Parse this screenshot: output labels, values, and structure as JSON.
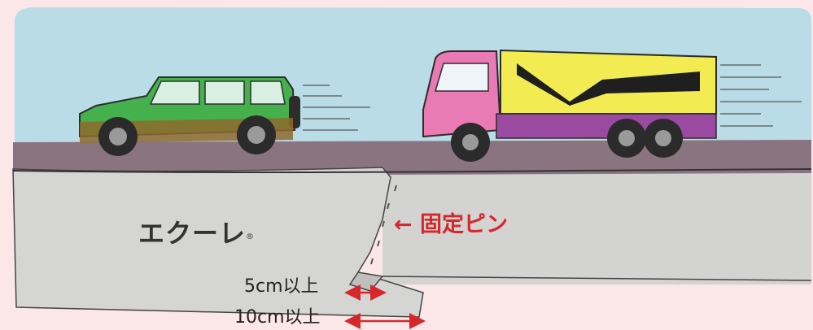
{
  "product": {
    "name": "エクーレ",
    "registered_mark": "®"
  },
  "pin_label": "← 固定ピン",
  "overlap_min": "5cm以上",
  "offset_min": "10cm以上",
  "colors": {
    "background": "#fbe6e8",
    "sky": "#b9dce6",
    "road": "#8a7480",
    "sheet": "#d3d4d2",
    "suv_body": "#45b14c",
    "truck_cab": "#e97ab4",
    "truck_tank": "#f2ec52",
    "arrow_red": "#d6282b"
  },
  "icons": [
    "suv-icon",
    "tanker-truck-icon",
    "pin-icon",
    "double-arrow-icon"
  ]
}
